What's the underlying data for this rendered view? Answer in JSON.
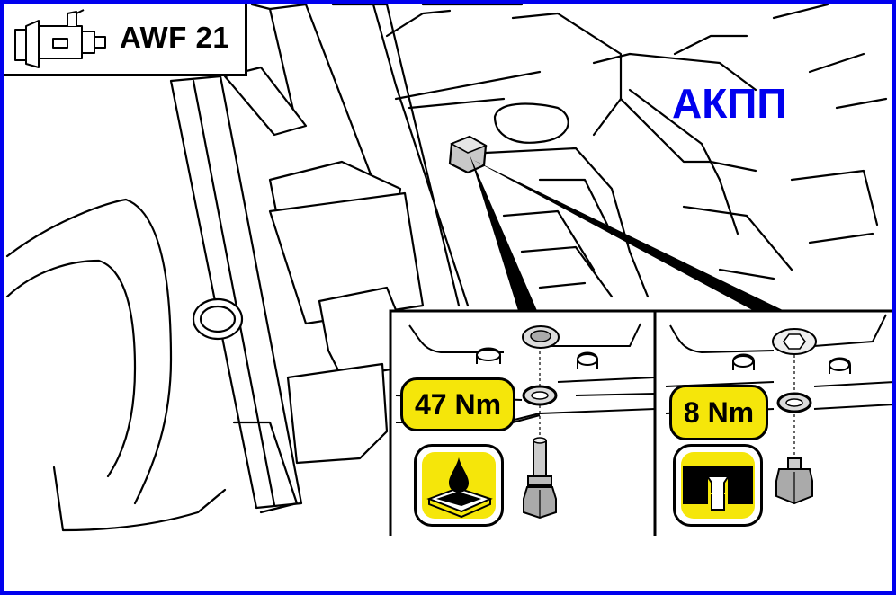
{
  "header": {
    "model": "AWF 21",
    "transmission_icon": "gearbox-icon"
  },
  "overview": {
    "label": "АКПП",
    "label_color": "#0000ee"
  },
  "details": [
    {
      "torque": "47 Nm",
      "bolt_type": "drain-plug",
      "symbol": "oil-drain-icon"
    },
    {
      "torque": "8 Nm",
      "bolt_type": "fill-plug",
      "symbol": "fill-level-icon"
    }
  ],
  "colors": {
    "frame": "#0000ee",
    "torque_badge": "#f5e60a",
    "line": "#000000",
    "fastener": "#d0d0d0"
  }
}
